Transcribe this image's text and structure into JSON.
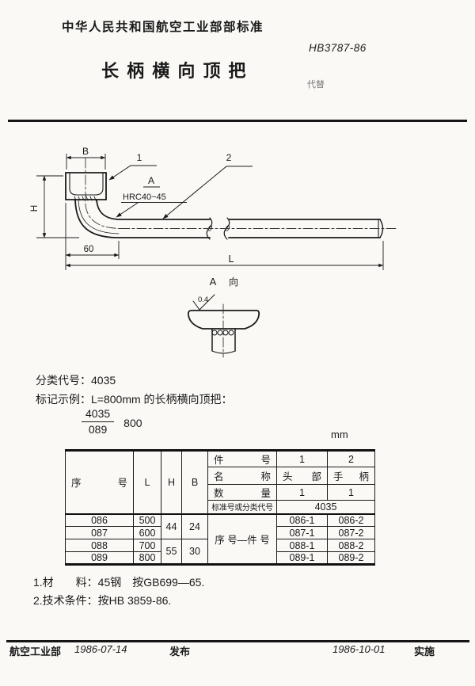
{
  "colors": {
    "paper": "#faf9f6",
    "ink": "#1a1a1a"
  },
  "header": {
    "org": "中华人民共和国航空工业部部标准",
    "std_no": "HB3787-86",
    "title": "长 柄 横 向 顶 把",
    "replaces": "代替"
  },
  "drawing": {
    "dim_b": "B",
    "dim_h": "H",
    "dim_60": "60",
    "dim_l": "L",
    "part_1": "1",
    "part_2": "2",
    "view_a": "A",
    "hardness": "HRC40~45",
    "view_caption_a": "A",
    "view_caption_dir": "向",
    "roughness": "0.4"
  },
  "classification": {
    "line": "分类代号：4035"
  },
  "marking": {
    "intro": "标记示例：L=800mm 的长柄横向顶把：",
    "numerator": "4035",
    "denominator": "089",
    "length": "800"
  },
  "table": {
    "unit": "mm",
    "header": {
      "seq": "序 号",
      "L": "L",
      "H": "H",
      "B": "B",
      "part_no_label": "件 号",
      "part1": "1",
      "part2": "2",
      "name_label": "名 称",
      "name1": "头 部",
      "name2": "手 柄",
      "qty_label": "数 量",
      "qty1": "1",
      "qty2": "1",
      "std_label": "标准号或分类代号",
      "std_value": "4035",
      "combo_label": "序 号—件 号"
    },
    "rows": [
      {
        "seq": "086",
        "L": "500",
        "H": "44",
        "B": "24",
        "p1": "086-1",
        "p2": "086-2"
      },
      {
        "seq": "087",
        "L": "600",
        "p1": "087-1",
        "p2": "087-2"
      },
      {
        "seq": "088",
        "L": "700",
        "H": "55",
        "B": "30",
        "p1": "088-1",
        "p2": "088-2"
      },
      {
        "seq": "089",
        "L": "800",
        "p1": "089-1",
        "p2": "089-2"
      }
    ]
  },
  "notes": [
    "1.材　　料：45钢　按GB699—65.",
    "2.技术条件：按HB 3859-86."
  ],
  "footer": {
    "issuer": "航空工业部",
    "issue_date": "1986-07-14",
    "issue_label": "发布",
    "impl_date": "1986-10-01",
    "impl_label": "实施"
  }
}
